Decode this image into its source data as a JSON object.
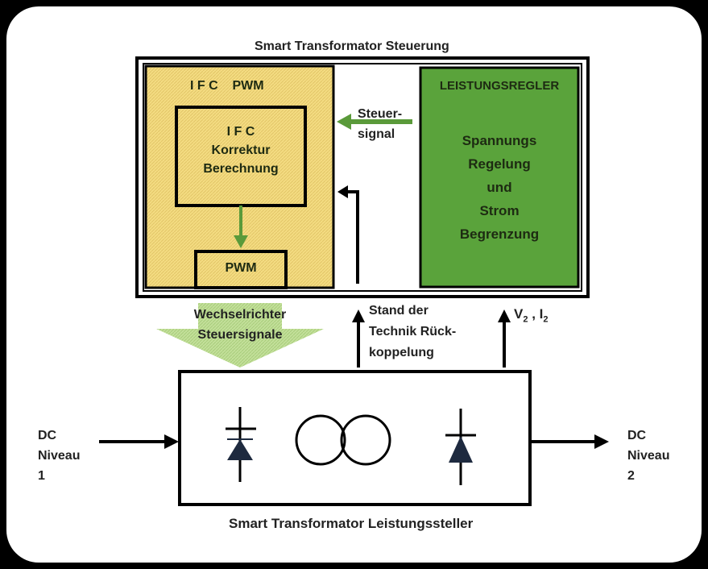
{
  "diagram": {
    "control_title": "Smart Transformator Steuerung",
    "power_title": "Smart Transformator Leistungssteller",
    "ifc_pwm_header": "I F C    PWM",
    "ifc_box": [
      "I F C",
      "Korrektur",
      "Berechnung"
    ],
    "pwm_box": "PWM",
    "regulator_title": "LEISTUNGSREGLER",
    "regulator_body": [
      "Spannungs",
      "Regelung",
      "und",
      "Strom",
      "Begrenzung"
    ],
    "steuer_signal": [
      "Steuer-",
      "signal"
    ],
    "inverter_signals": [
      "Wechselrichter",
      "Steuersignale"
    ],
    "feedback": [
      "Stand der",
      "Technik Rück-",
      "koppelung"
    ],
    "v2i2": {
      "v": "V",
      "v_sub": "2",
      "sep": " , ",
      "i": "I",
      "i_sub": "2"
    },
    "dc_in": [
      "DC",
      "Niveau",
      "1"
    ],
    "dc_out": [
      "DC",
      "Niveau",
      "2"
    ]
  },
  "colors": {
    "yellow_box": "#f4dc82",
    "green_box": "#5aa33b",
    "green_arrow": "#5a9a3a",
    "light_green_arrow": "#b5d98a",
    "diode_fill": "#1e2a3f"
  },
  "icons": [
    "thyristor-icon",
    "transformer-icon",
    "diode-icon"
  ]
}
